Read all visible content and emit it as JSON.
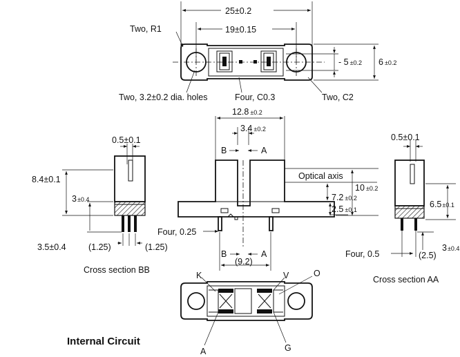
{
  "top_view": {
    "overall_length": "25±0.2",
    "hole_pitch": "19±0.15",
    "corner_radius": "Two, R1",
    "holes": "Two, 3.2±0.2 dia. holes",
    "chamfer_small": "Four, C0.3",
    "chamfer_large": "Two, C2",
    "inner_width": "5",
    "inner_width_tol": "±0.2",
    "outer_width": "6",
    "outer_width_tol": "±0.2"
  },
  "front_view": {
    "top_width": "12.8",
    "top_width_tol": "±0.2",
    "slot_width": "3.4",
    "slot_width_tol": "±0.2",
    "section_b": "B",
    "section_a": "A",
    "optical_axis": "Optical axis",
    "height_total": "10",
    "height_total_tol": "±0.2",
    "axis_height": "7.2",
    "axis_height_tol": "±0.2",
    "base_height": "2.5",
    "base_height_tol": "±0.1",
    "pins": "Four, 0.25",
    "pitch": "(9.2)"
  },
  "section_bb": {
    "pin_width": "0.5±0.1",
    "height": "8.4±0.1",
    "base_height": "3",
    "base_height_tol": "±0.4",
    "pin_length": "3.5±0.4",
    "pitch_left": "(1.25)",
    "pitch_right": "(1.25)",
    "caption": "Cross section BB"
  },
  "section_aa": {
    "pin_width": "0.5±0.1",
    "height": "6.5",
    "height_tol": "±0.1",
    "pins": "Four, 0.5",
    "pin_length": "3",
    "pin_length_tol": "±0.4",
    "pitch": "(2.5)",
    "caption": "Cross section AA"
  },
  "circuit": {
    "pin_k": "K",
    "pin_v": "V",
    "pin_o": "O",
    "pin_a": "A",
    "pin_g": "G",
    "heading": "Internal Circuit"
  }
}
